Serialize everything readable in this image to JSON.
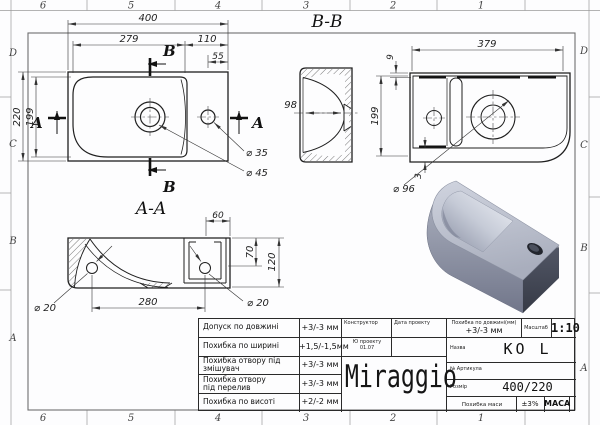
{
  "frame": {
    "columns": [
      "6",
      "5",
      "4",
      "3",
      "2",
      "1"
    ],
    "rows": [
      "D",
      "C",
      "B",
      "A"
    ]
  },
  "plan_view": {
    "section_b": "B",
    "section_a": "A",
    "dim_length": "400",
    "dim_basin_length": "279",
    "dim_right_part": "110",
    "dim_faucet_offset": "55",
    "dim_width": "220",
    "dim_basin_width": "199",
    "label_faucet_hole": "⌀ 35",
    "label_drain_hole": "⌀ 45"
  },
  "section_bb": {
    "title": "B-B",
    "dim_inner_width": "98"
  },
  "bottom_view": {
    "dim_length": "379",
    "dim_rim": "9",
    "dim_width": "199",
    "dim_wall": "3",
    "label_drain_recess": "⌀ 96"
  },
  "section_aa": {
    "title": "A-A",
    "dim_overflow_width": "60",
    "dim_overflow_depth": "70",
    "dim_height": "120",
    "dim_hole_spacing": "280",
    "label_hole_left": "⌀ 20",
    "label_hole_right": "⌀ 20"
  },
  "title_block": {
    "tolerances": [
      {
        "label": "Допуск по довжині",
        "value": "+3/-3 мм"
      },
      {
        "label": "Похибка по ширині",
        "value": "+1,5/-1,5мм"
      },
      {
        "label": "Похибка отвору під\nзмішувач",
        "value": "+3/-3 мм"
      },
      {
        "label": "Похибка отвору\nпід перелив",
        "value": "+3/-3 мм"
      },
      {
        "label": "Похибка по висоті",
        "value": "+2/-2 мм"
      }
    ],
    "constructor_label": "Конструктор",
    "constructor_note": "Ю проекту\n01.07",
    "date_label": "Дата проекту",
    "logo": "Miraggio",
    "length_tolerance_label": "Похибка по довжині(мм)",
    "length_tolerance_value": "+3/-3 мм",
    "scale_label": "Масштаб",
    "scale_value": "1:10",
    "name_label": "Назва",
    "name_value": "KO L",
    "article_label": "№ Артикула",
    "size_label": "Розмір",
    "size_value": "400/220",
    "mass_tolerance_label": "Похибка маси",
    "mass_tolerance_value": "±3%",
    "mass_label": "МАСА"
  }
}
